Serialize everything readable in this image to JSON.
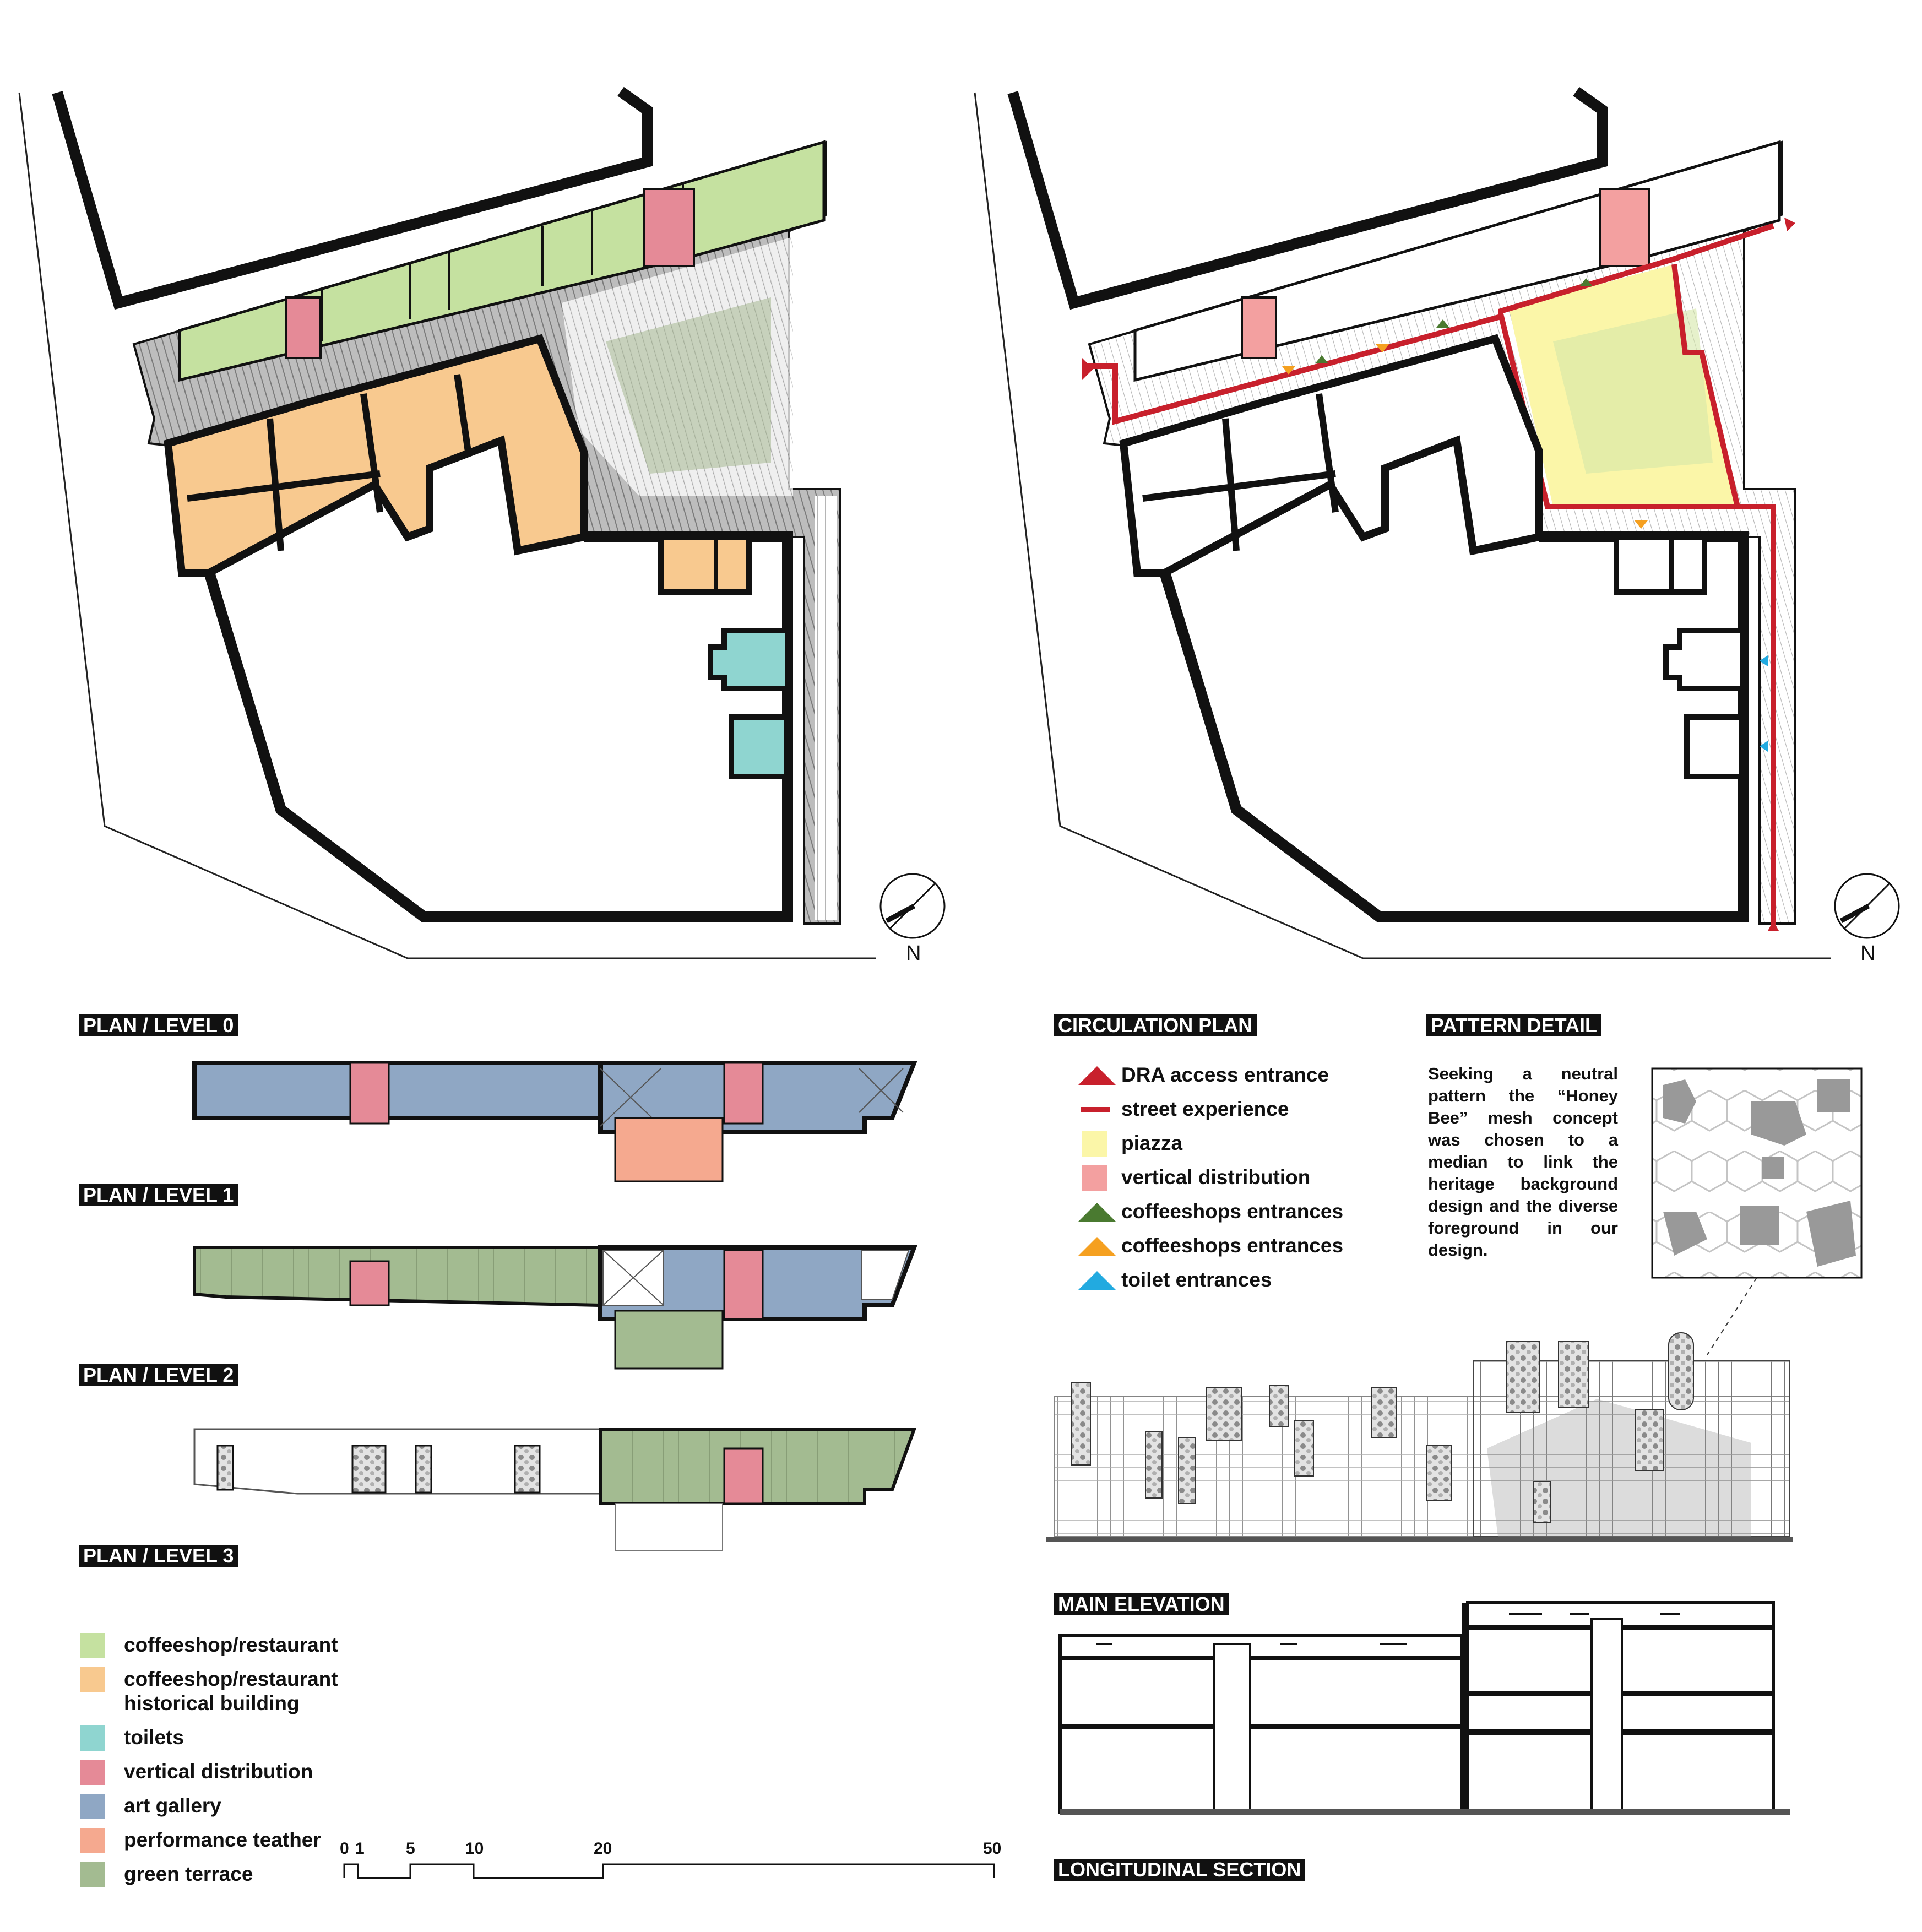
{
  "labels": {
    "plan_level_0": "PLAN / LEVEL 0",
    "plan_level_1": "PLAN / LEVEL 1",
    "plan_level_2": "PLAN / LEVEL 2",
    "plan_level_3": "PLAN / LEVEL 3",
    "circulation_plan": "CIRCULATION PLAN",
    "pattern_detail": "PATTERN DETAIL",
    "main_elevation": "MAIN ELEVATION",
    "longitudinal_section": "LONGITUDINAL SECTION"
  },
  "north": {
    "left": "N",
    "right": "N"
  },
  "function_legend": [
    {
      "label": "coffeeshop/restaurant",
      "color": "#c5e1a0"
    },
    {
      "label": "coffeeshop/restaurant historical building",
      "color": "#f8c98f"
    },
    {
      "label": "toilets",
      "color": "#8fd5d0"
    },
    {
      "label": "vertical distribution",
      "color": "#e58a97"
    },
    {
      "label": "art gallery",
      "color": "#8fa7c4"
    },
    {
      "label": "performance teather",
      "color": "#f5a98f"
    },
    {
      "label": "green terrace",
      "color": "#a3bb91"
    }
  ],
  "circulation_legend": [
    {
      "label": "DRA access entrance",
      "kind": "triangle",
      "color": "#c8202c"
    },
    {
      "label": "street experience",
      "kind": "bar",
      "color": "#c8202c"
    },
    {
      "label": "piazza",
      "kind": "square",
      "color": "#fbf6a8"
    },
    {
      "label": "vertical distribution",
      "kind": "square",
      "color": "#f3a0a0"
    },
    {
      "label": "coffeeshops entrances",
      "kind": "triangle",
      "color": "#4a7a30"
    },
    {
      "label": "coffeeshops entrances",
      "kind": "triangle",
      "color": "#f5a020"
    },
    {
      "label": "toilet entrances",
      "kind": "triangle",
      "color": "#22aae0"
    }
  ],
  "pattern_text": "Seeking a neutral pattern the “Honey Bee” mesh concept was chosen to a median to link the heritage background design and the diverse foreground in our design.",
  "scale_bar": {
    "ticks": [
      "0",
      "1",
      "5",
      "10",
      "20",
      "50"
    ]
  }
}
